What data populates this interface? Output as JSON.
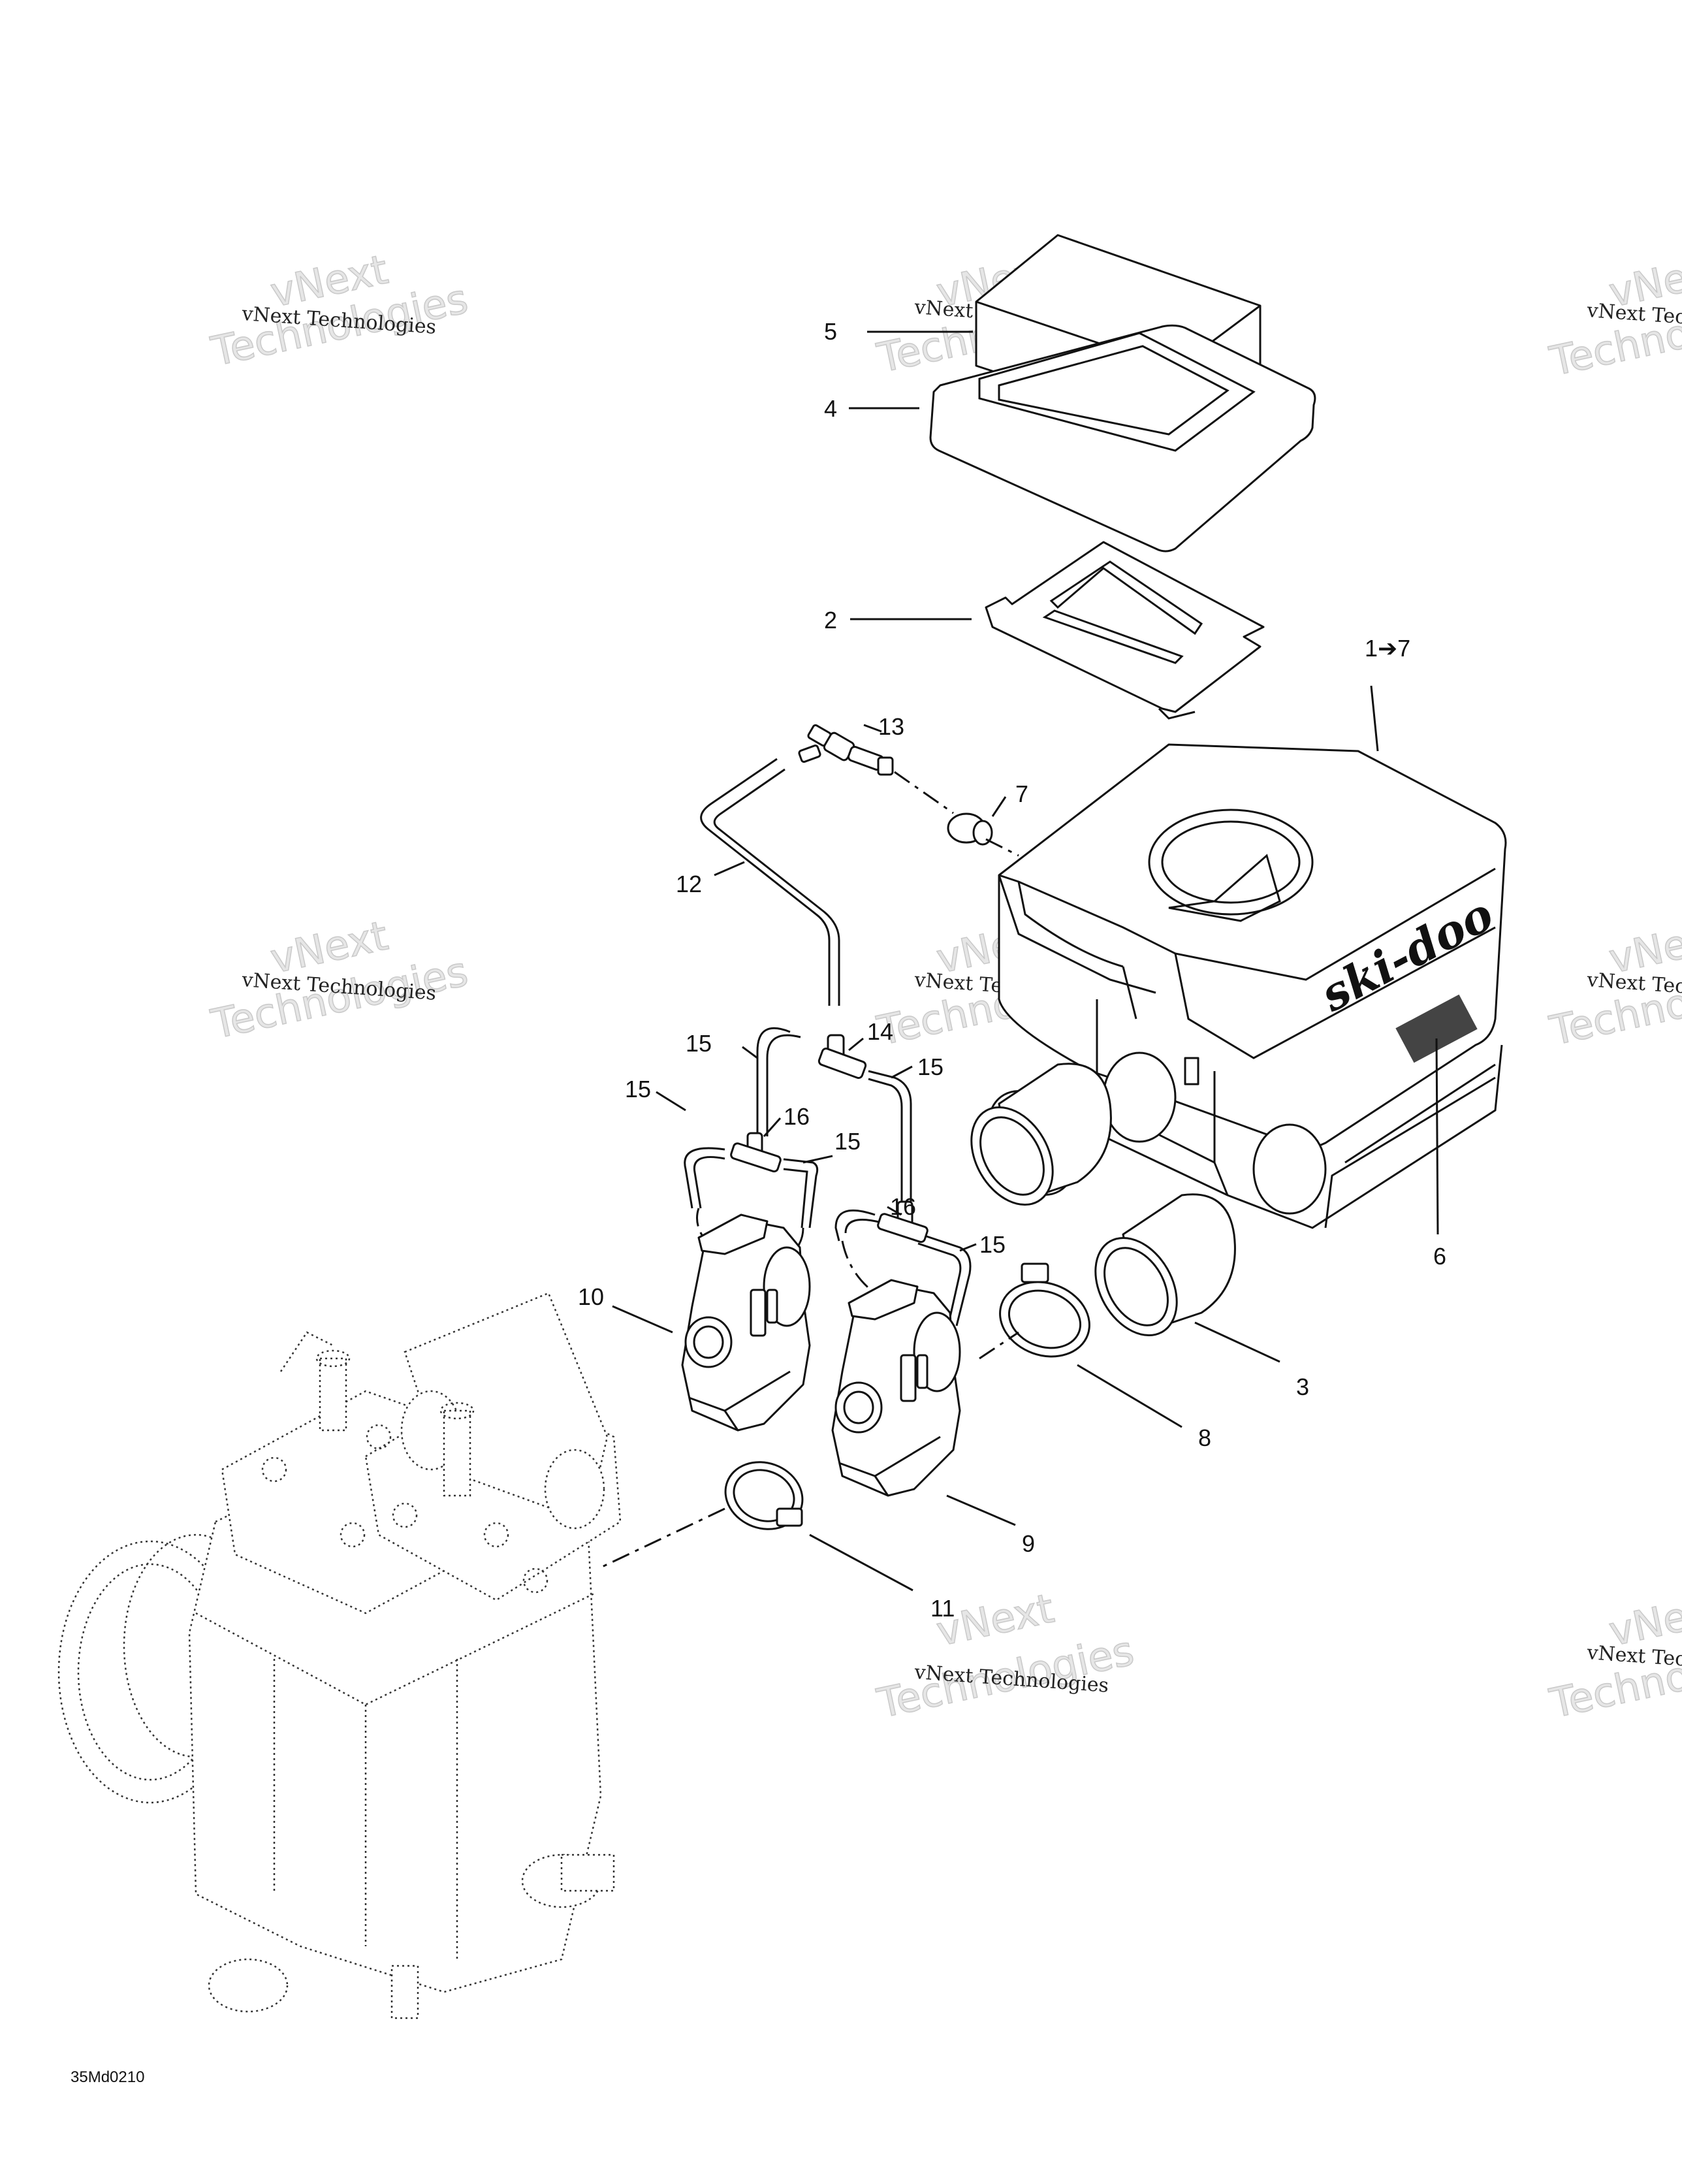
{
  "callouts": {
    "c1": "1➔7",
    "c2": "2",
    "c3": "3",
    "c4": "4",
    "c5": "5",
    "c6": "6",
    "c7": "7",
    "c8": "8",
    "c9": "9",
    "c10": "10",
    "c11": "11",
    "c12": "12",
    "c13": "13",
    "c14": "14",
    "c15": "15",
    "c16": "16"
  },
  "watermark": {
    "line1": "vNext Technologies",
    "line2": "vNext",
    "line3": "Technologies"
  },
  "reference_code": "35Md0210"
}
